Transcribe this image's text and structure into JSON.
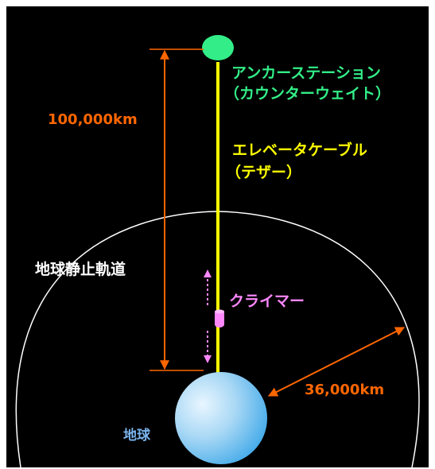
{
  "labels": {
    "anchor_station": "アンカーステーション",
    "counterweight": "（カウンターウェイト）",
    "elevator_cable": "エレベータケーブル",
    "tether": "（テザー）",
    "distance_top": "100,000km",
    "geo_orbit": "地球静止軌道",
    "climber": "クライマー",
    "distance_orbit": "36,000km",
    "earth": "地球"
  },
  "colors": {
    "background": "#000000",
    "anchor": "#33ee88",
    "cable": "#ffff00",
    "dimension": "#ff6600",
    "climber": "#ff88ff",
    "orbit": "#ffffff",
    "earth_light": "#e8f6ff",
    "earth_dark": "#3aa6e8",
    "earth_label": "#7ab4ee"
  }
}
